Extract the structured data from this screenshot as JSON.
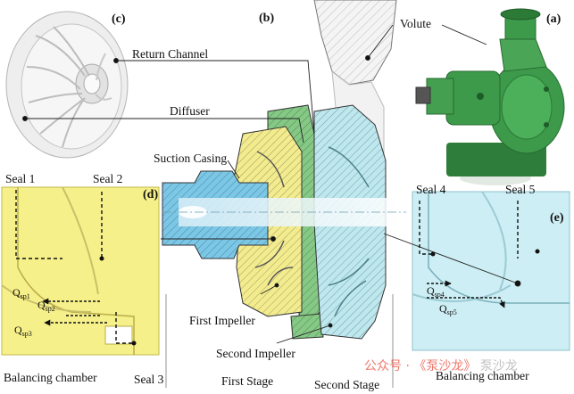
{
  "panels": {
    "a": "(a)",
    "b": "(b)",
    "c": "(c)",
    "d": "(d)",
    "e": "(e)"
  },
  "labels": {
    "return_channel": "Return Channel",
    "diffuser": "Diffuser",
    "volute": "Volute",
    "suction_casing": "Suction Casing",
    "first_impeller": "First Impeller",
    "second_impeller": "Second Impeller",
    "first_stage": "First Stage",
    "second_stage": "Second Stage",
    "balancing_chamber_left": "Balancing chamber",
    "balancing_chamber_right": "Balancing chamber"
  },
  "seals": {
    "seal1": "Seal 1",
    "seal2": "Seal 2",
    "seal3": "Seal 3",
    "seal4": "Seal 4",
    "seal5": "Seal 5"
  },
  "flows": {
    "q_sp1": {
      "main": "Q",
      "sub": "sp1"
    },
    "q_sp2": {
      "main": "Q",
      "sub": "sp2"
    },
    "q_sp3": {
      "main": "Q",
      "sub": "sp3"
    },
    "q_sp4": {
      "main": "Q",
      "sub": "sp4"
    },
    "q_sp5": {
      "main": "Q",
      "sub": "sp5"
    }
  },
  "watermark": {
    "text": "公众号 · 《泵沙龙》",
    "brand": "泵沙龙"
  },
  "colors": {
    "stage1_yellow": "#f3ec8f",
    "stage2_cyan": "#bfe7ee",
    "suction_blue": "#7cc7e6",
    "casing_green": "#86c986",
    "pump_green": "#3d9a4a",
    "hatch": "#333333"
  }
}
